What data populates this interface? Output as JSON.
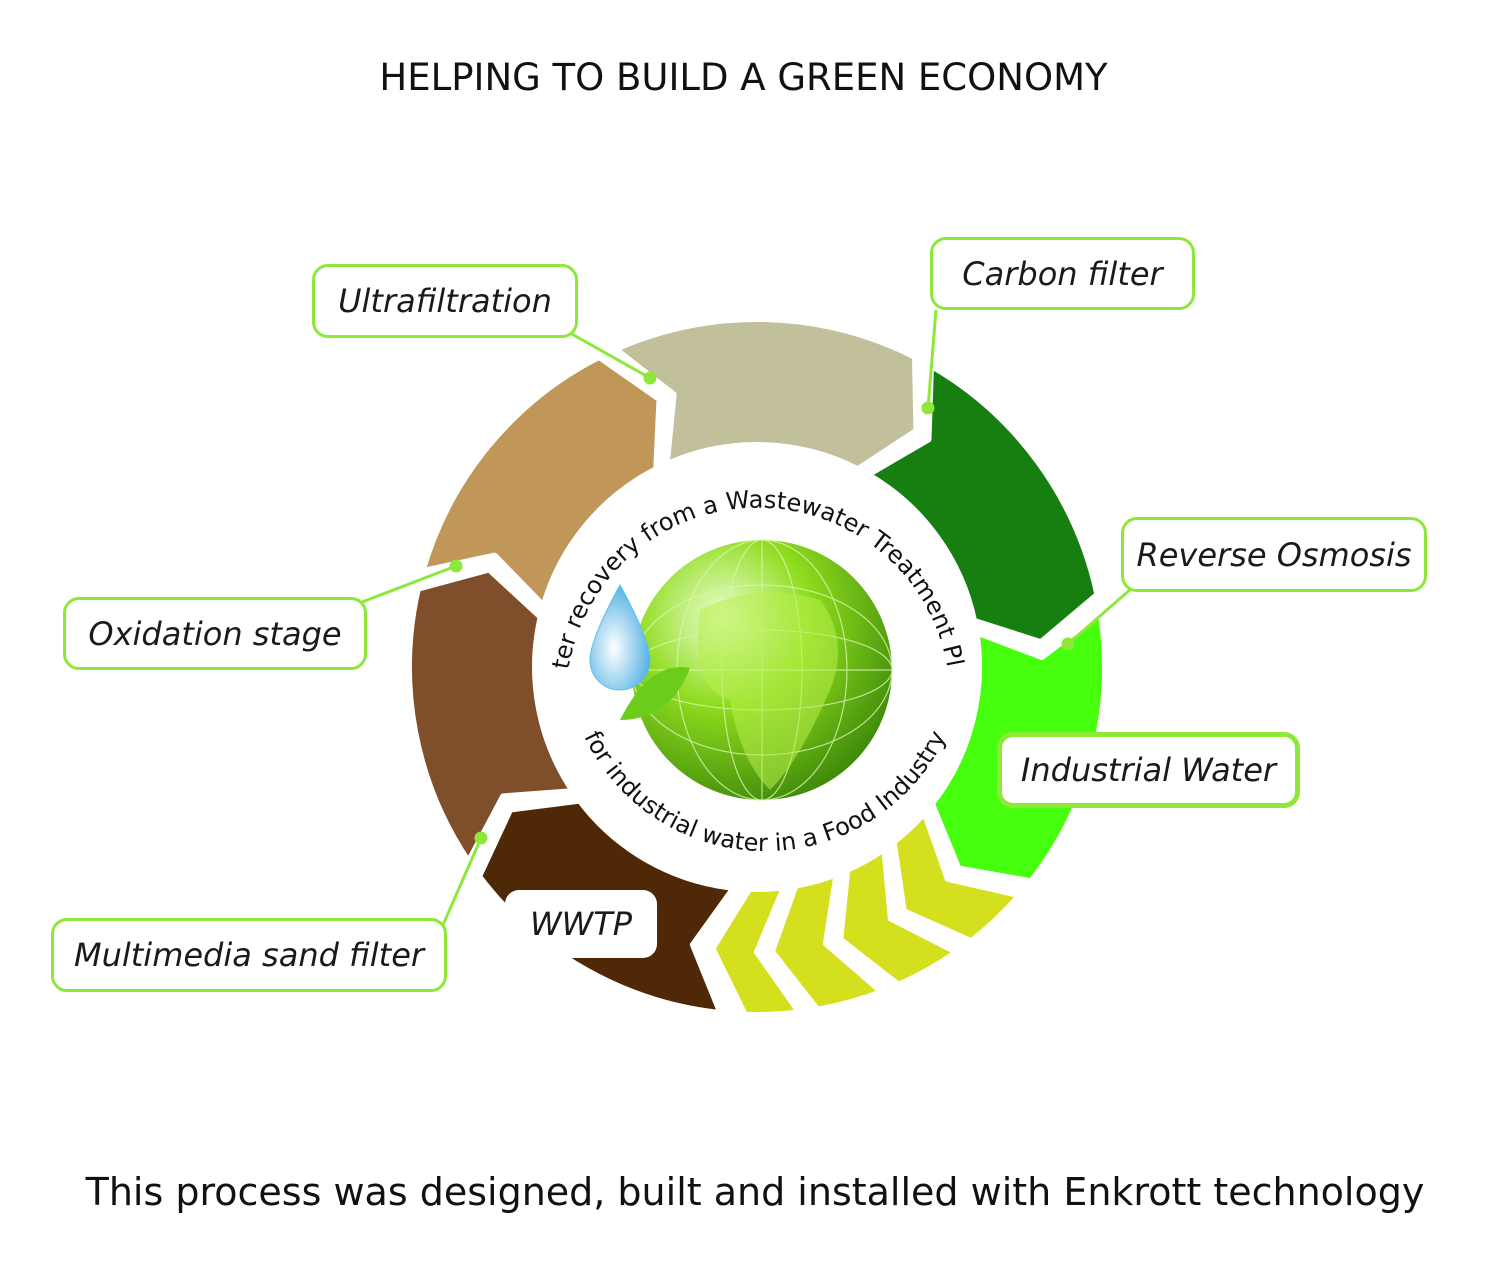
{
  "title": "HELPING TO BUILD A GREEN ECONOMY",
  "footer": "This process was designed, built and installed with Enkrott technology",
  "center": {
    "arc_top": "Water recovery from a Wastewater Treatment Plant",
    "arc_bottom": "for industrial water in a Food Industry"
  },
  "stages": [
    {
      "label": "Ultrafiltration",
      "color": "#c2bf9b"
    },
    {
      "label": "Carbon filter",
      "color": "#167f10"
    },
    {
      "label": "Reverse Osmosis",
      "color": "#45ff0c"
    },
    {
      "label": "Industrial Water",
      "color": "#45ff0c"
    },
    {
      "label": "WWTP",
      "color": "#4e2807"
    },
    {
      "label": "Multimedia sand filter",
      "color": "#7f4e2a"
    },
    {
      "label": "Oxidation stage",
      "color": "#c09659"
    }
  ],
  "colors": {
    "label_border": "#8ee83a",
    "yellow": "#d4e01e"
  }
}
